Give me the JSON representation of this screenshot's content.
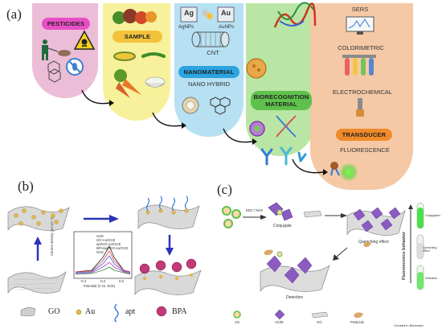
{
  "panel_a": {
    "letter": "(a)",
    "pesticides_label": "PESTICIDES",
    "sample_label": "SAMPLE",
    "agnps_label": "AgNPs",
    "aunps_label": "AuNPs",
    "cnt_label": "CNT",
    "nanomaterial_label": "NANOMATERIAL",
    "nanohybrid_label": "NANO HYBRID",
    "biorecognition_label": "BIORECOGNITION MATERIAL",
    "sers_label": "SERS",
    "colorimetric_label": "COLORIMETRIC",
    "electrochemical_label": "ELECTROCHEMICAL",
    "transducer_label": "TRANSDUCER",
    "fluorescence_label": "FLUORESCENCE",
    "ag_tile": "Ag",
    "au_tile": "Au",
    "colors": {
      "pesticides": "#ecbdd7",
      "sample": "#f7f19b",
      "nanomaterial": "#b7e0f3",
      "biorecognition": "#b9e6a4",
      "transducer": "#f5c9a6",
      "pesticides_pill": "#e84fc6",
      "sample_pill": "#f2c33a",
      "nanomaterial_pill": "#2ba4e0",
      "biorecognition_pill": "#5fc14c",
      "transducer_pill": "#f08a2a"
    }
  },
  "panel_b": {
    "letter": "(b)",
    "legend": {
      "go": "GO",
      "au": "Au",
      "apt": "apt",
      "bpa": "BPA"
    },
    "plot_ylabel": "Current density (µA cm⁻²)",
    "plot_xlabel": "Potential (V vs. SCE)",
    "plot_xticks": [
      "-0.4",
      "-0.2",
      "0.0"
    ],
    "plot_legend": [
      "GCE",
      "GO-Au/GCE",
      "apt/GO-Au/GCE",
      "BPA/apt/GO-Au/GCE",
      "GCE"
    ]
  },
  "panel_c": {
    "letter": "(c)",
    "step_label": "EDC / NHS",
    "conjugate_label": "Conjugate",
    "quenching_label": "Quenching effect",
    "detection_label": "Detection",
    "axis_label": "Fluorescence behavior",
    "tube_labels": [
      "Conjugation",
      "Quenching effect",
      "Detection"
    ],
    "legend": {
      "cd": "CD",
      "ache": "AChE",
      "go": "GO",
      "pesticide": "Pesticide"
    },
    "credit": "Created in Biorender"
  }
}
